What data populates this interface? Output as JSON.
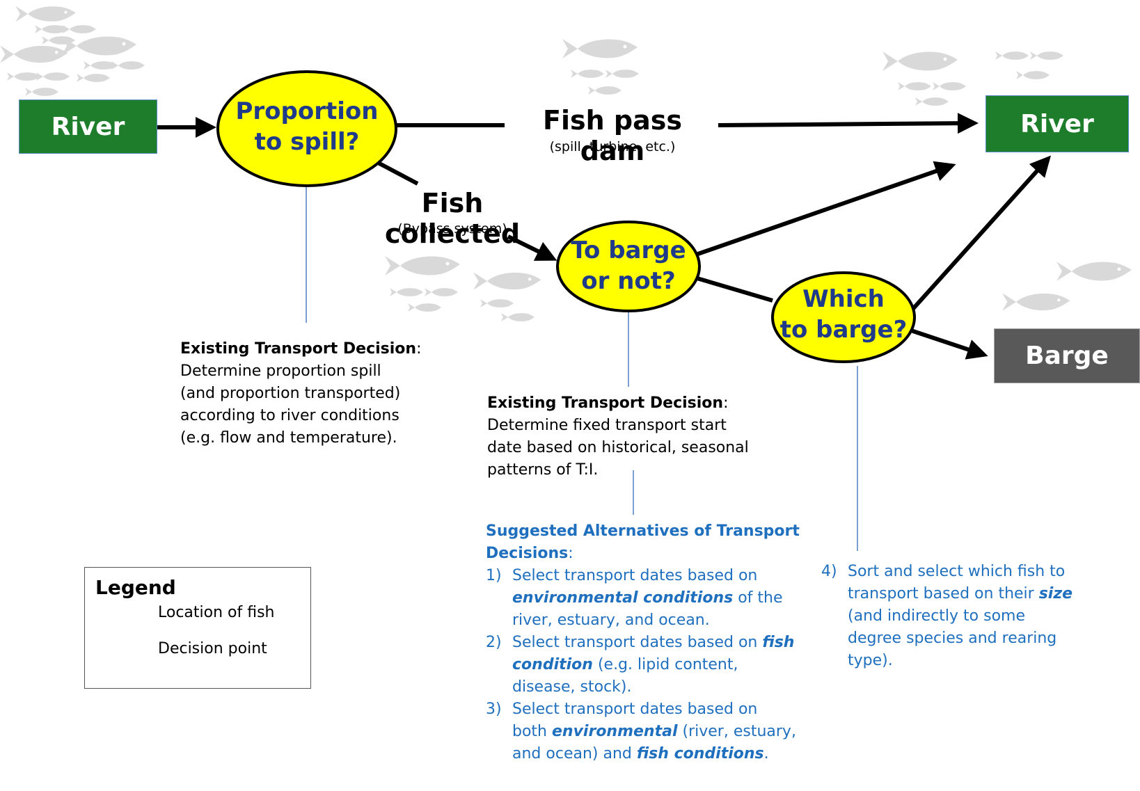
{
  "nodes": {
    "river_start": "River",
    "river_end": "River",
    "barge": "Barge",
    "proportion": [
      "Proportion",
      "to spill?"
    ],
    "to_barge": [
      "To barge",
      "or not?"
    ],
    "which_barge": [
      "Which",
      "to barge?"
    ]
  },
  "edges": {
    "fish_pass_dam": "Fish pass dam",
    "fish_pass_dam_sub": "(spill, turbine, etc.)",
    "fish_collected": "Fish collected",
    "fish_collected_sub": "(Bypass system)"
  },
  "existing_spill": {
    "heading": "Existing Transport Decision",
    "lines": [
      "Determine proportion spill",
      "(and proportion transported)",
      "according to river conditions",
      "(e.g. flow and temperature)."
    ]
  },
  "existing_barge": {
    "heading": "Existing Transport Decision",
    "lines": [
      "Determine fixed transport start",
      "date based on historical, seasonal",
      "patterns of T:I."
    ]
  },
  "suggested": {
    "heading_line1": "Suggested Alternatives of Transport",
    "heading_line2": "Decisions",
    "items": [
      {
        "num": "1)",
        "l1a": "Select transport dates based on",
        "l2em": "environmental conditions",
        "l2b": " of the",
        "l3": "river, estuary, and ocean."
      },
      {
        "num": "2)",
        "l1a": "Select transport dates based on ",
        "l1em": "fish",
        "l2em": "condition",
        "l2b": " (e.g. lipid content,",
        "l3": "disease, stock)."
      },
      {
        "num": "3)",
        "l1a": "Select transport dates based on",
        "l2a": "both ",
        "l2em": "environmental",
        "l2b": " (river, estuary,",
        "l3a": "and ocean) and ",
        "l3em": "fish conditions",
        "l3b": "."
      }
    ]
  },
  "sort": {
    "num": "4)",
    "l1": "Sort and select which fish to",
    "l2a": "transport based on their ",
    "l2em": "size",
    "l3": "(and indirectly to some",
    "l4": "degree species and rearing",
    "l5": "type)."
  },
  "legend": {
    "title": "Legend",
    "location": "Location of fish",
    "decision": "Decision point"
  },
  "colors": {
    "river": "#1e7d2b",
    "barge": "#595959",
    "decision": "#ffff00",
    "blue_text": "#1f6fbf",
    "fish": "#d9d9d9"
  }
}
